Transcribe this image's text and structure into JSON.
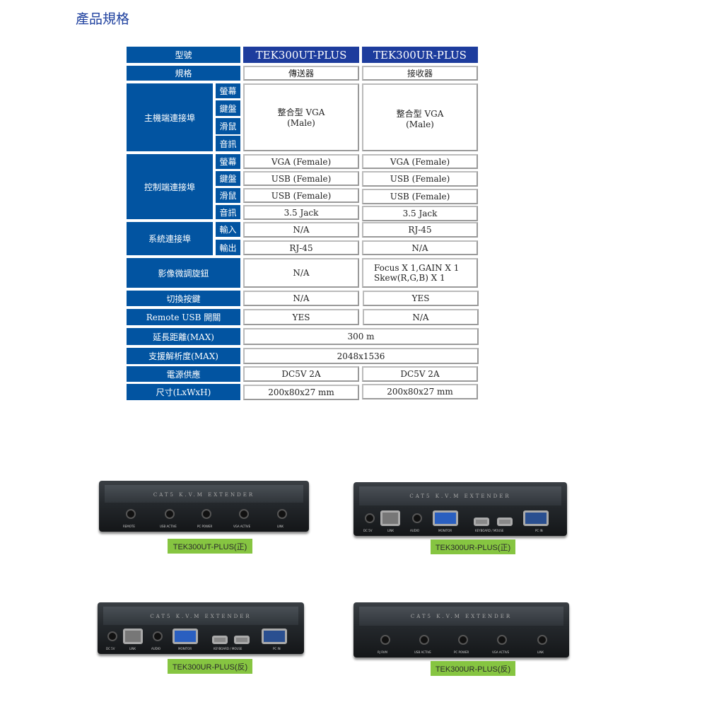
{
  "title": "產品規格",
  "table": {
    "model_label": "型號",
    "models": [
      "TEK300UT-PLUS",
      "TEK300UR-PLUS"
    ],
    "spec_label": "規格",
    "spec": [
      "傳送器",
      "接收器"
    ],
    "host_port": {
      "label": "主機端連接埠",
      "subs": [
        "螢幕",
        "鍵盤",
        "滑鼠",
        "音訊"
      ],
      "values": [
        "整合型 VGA\n(Male)",
        "整合型 VGA\n(Male)"
      ]
    },
    "console_port": {
      "label": "控制端連接埠",
      "subs": [
        "螢幕",
        "鍵盤",
        "滑鼠",
        "音訊"
      ],
      "ut": [
        "VGA (Female)",
        "USB (Female)",
        "USB (Female)",
        "3.5 Jack"
      ],
      "ur": [
        "VGA (Female)",
        "USB (Female)",
        "USB (Female)",
        "3.5 Jack"
      ]
    },
    "system_port": {
      "label": "系統連接埠",
      "subs": [
        "輸入",
        "輸出"
      ],
      "ut": [
        "N/A",
        "RJ-45"
      ],
      "ur": [
        "RJ-45",
        "N/A"
      ]
    },
    "image_knob": {
      "label": "影像微調旋鈕",
      "ut": "N/A",
      "ur": "Focus X 1,GAIN X 1\nSkew(R,G,B) X 1"
    },
    "switch_key": {
      "label": "切換按鍵",
      "ut": "N/A",
      "ur": "YES"
    },
    "remote_usb": {
      "label": "Remote USB 開關",
      "ut": "YES",
      "ur": "N/A"
    },
    "distance": {
      "label": "延長距離(MAX)",
      "value": "300 m"
    },
    "resolution": {
      "label": "支援解析度(MAX)",
      "value": "2048x1536"
    },
    "power": {
      "label": "電源供應",
      "ut": "DC5V 2A",
      "ur": "DC5V 2A"
    },
    "size": {
      "label": "尺寸(LxWxH)",
      "ut": "200x80x27 mm",
      "ur": "200x80x27 mm"
    }
  },
  "products": [
    {
      "caption": "TEK300UT-PLUS(正)",
      "brand": "CAT5 K.V.M EXTENDER",
      "ports": [
        "REMOTE",
        "USB ACTIVE",
        "PC POWER",
        "VGA ACTIVE",
        "LINK"
      ]
    },
    {
      "caption": "TEK300UR-PLUS(正)",
      "brand": "CAT5 K.V.M EXTENDER",
      "ports": [
        "DC 5V",
        "LINK",
        "AUDIO",
        "MONITOR",
        "KEYBOARD / MOUSE",
        "PC IN"
      ]
    },
    {
      "caption": "TEK300UR-PLUS(反)",
      "brand": "CAT5 K.V.M EXTENDER",
      "ports": [
        "DC 5V",
        "LINK",
        "AUDIO",
        "MONITOR",
        "KEYBOARD / MOUSE",
        "PC IN"
      ]
    },
    {
      "caption": "TEK300UR-PLUS(反)",
      "brand": "CAT5 K.V.M EXTENDER",
      "ports": [
        "RJ RVM",
        "USB ACTIVE",
        "PC POWER",
        "VGA ACTIVE",
        "LINK"
      ]
    }
  ]
}
